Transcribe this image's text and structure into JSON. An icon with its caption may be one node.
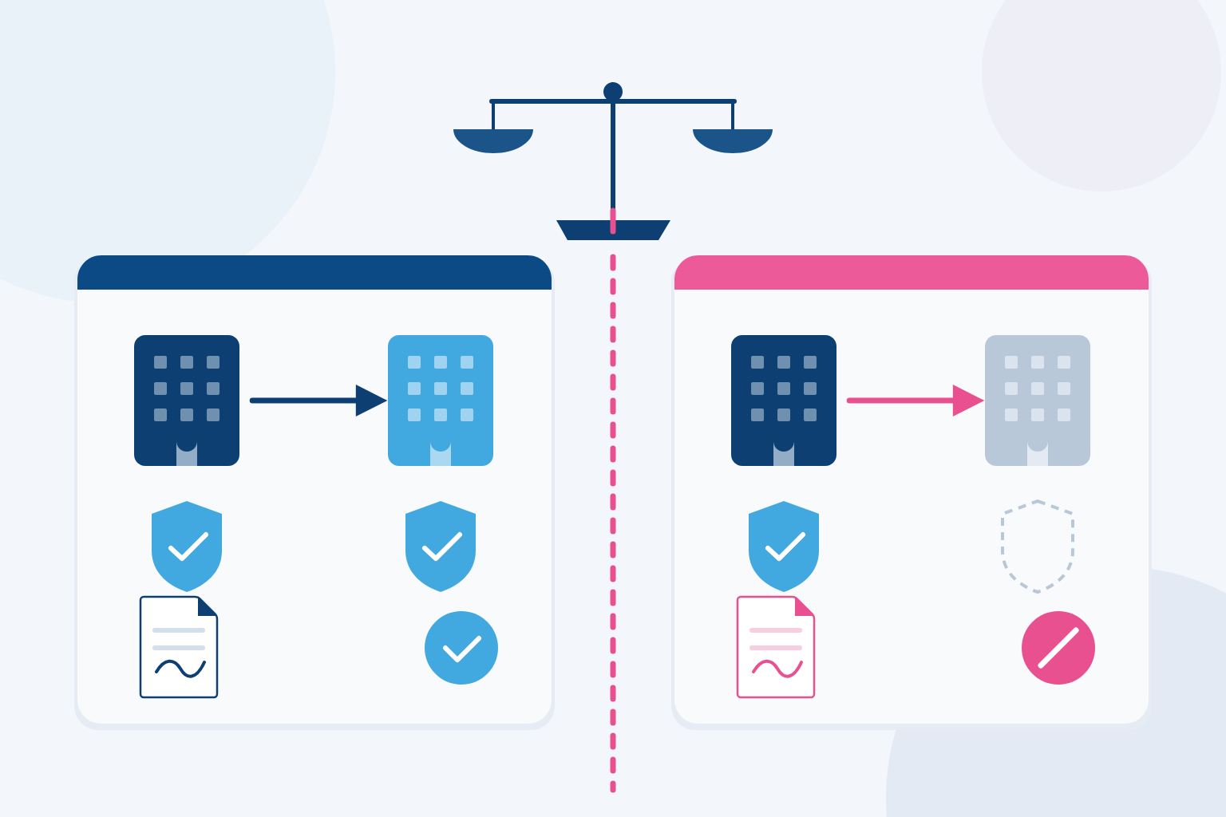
{
  "diagram": {
    "nodes": [
      {
        "text": [],
        "shape": "box"
      },
      {
        "text": [],
        "shape": "picture",
        "in": 0
      },
      {
        "text": [],
        "shape": "picture",
        "in": 0
      },
      {
        "text": [],
        "shape": "box"
      },
      {
        "text": [],
        "shape": "picture",
        "in": 3
      },
      {
        "text": [],
        "shape": "picture",
        "in": 3
      }
    ],
    "edges": [
      {
        "from": 1,
        "to": 2,
        "arrow": "to",
        "color": "#0d3f73"
      },
      {
        "from": 4,
        "to": 5,
        "arrow": "to",
        "color": "#e8508f"
      }
    ]
  }
}
